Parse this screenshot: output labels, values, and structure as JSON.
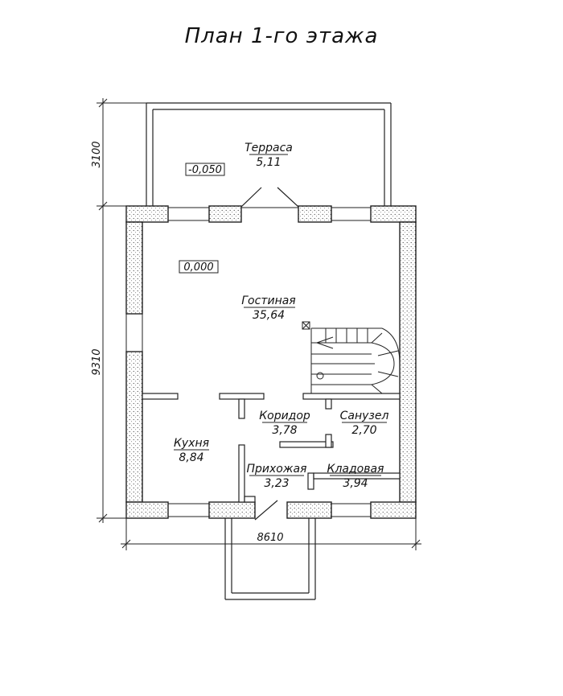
{
  "title": "План 1-го этажа",
  "rooms": {
    "terrace": {
      "name": "Терраса",
      "area": "5,11"
    },
    "living": {
      "name": "Гостиная",
      "area": "35,64"
    },
    "corridor": {
      "name": "Коридор",
      "area": "3,78"
    },
    "bathroom": {
      "name": "Санузел",
      "area": "2,70"
    },
    "kitchen": {
      "name": "Кухня",
      "area": "8,84"
    },
    "hallway": {
      "name": "Прихожая",
      "area": "3,23"
    },
    "storage": {
      "name": "Кладовая",
      "area": "3,94"
    }
  },
  "levels": {
    "terrace": "-0,050",
    "floor": "0,000"
  },
  "dimensions": {
    "terrace_depth": "3100",
    "house_depth": "9310",
    "house_width": "8610"
  }
}
